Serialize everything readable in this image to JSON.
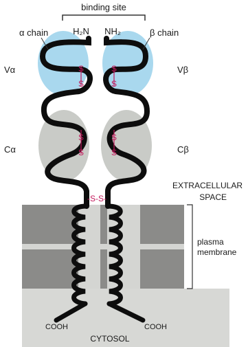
{
  "labels": {
    "binding_site": "binding site",
    "h2n_left": "H₂N",
    "nh2_right": "NH₂",
    "alpha_chain": "α chain",
    "beta_chain": "β chain",
    "v_alpha": "Vα",
    "v_beta": "Vβ",
    "c_alpha": "Cα",
    "c_beta": "Cβ",
    "extracellular_line1": "EXTRACELLULAR",
    "extracellular_line2": "SPACE",
    "plasma_line1": "plasma",
    "plasma_line2": "membrane",
    "cooh_left": "COOH",
    "cooh_right": "COOH",
    "cytosol": "CYTOSOL",
    "disulfide_bridge": "-S-S-",
    "sulfur": "S"
  },
  "colors": {
    "v_domain": "#a9d8ee",
    "c_domain": "#c9cbc7",
    "membrane_dark": "#8b8b89",
    "membrane_light": "#d4d5d2",
    "cytosol": "#d7d8d5",
    "chain": "#0d0d0d",
    "disulfide": "#c2185b"
  }
}
